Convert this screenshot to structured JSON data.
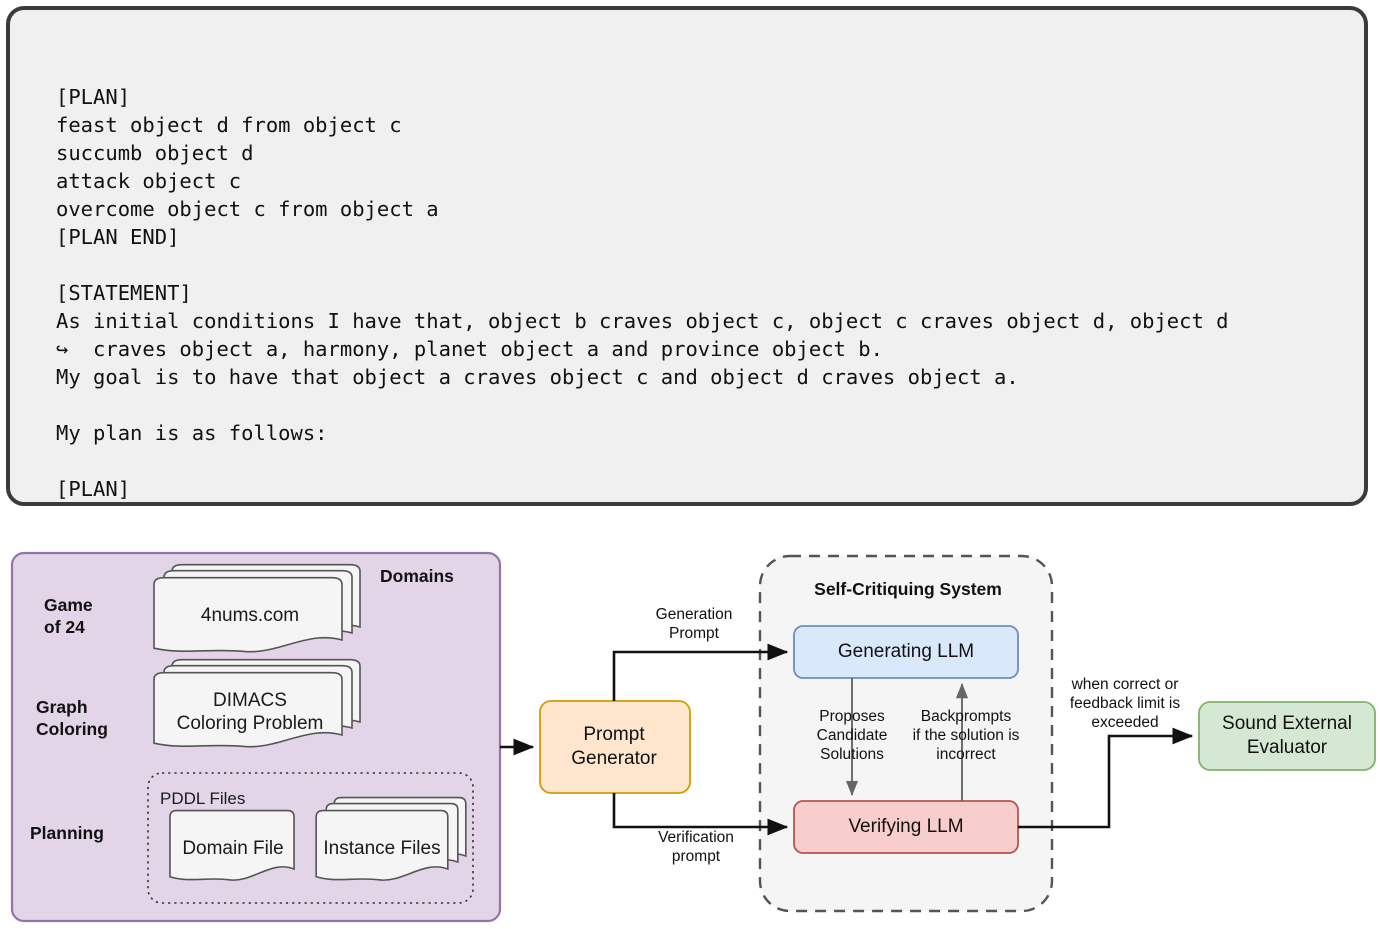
{
  "prompt_panel": {
    "name": "planning-prompt-text",
    "text": "[PLAN]\nfeast object d from object c\nsuccumb object d\nattack object c\novercome object c from object a\n[PLAN END]\n\n[STATEMENT]\nAs initial conditions I have that, object b craves object c, object c craves object d, object d\n↪  craves object a, harmony, planet object a and province object b.\nMy goal is to have that object a craves object c and object d craves object a.\n\nMy plan is as follows:\n\n[PLAN]"
  },
  "diagram": {
    "domains_panel": {
      "title": "Domains",
      "rows": [
        {
          "label": "Game\nof 24",
          "doc": "4nums.com"
        },
        {
          "label": "Graph\nColoring",
          "doc": "DIMACS\nColoring Problem"
        },
        {
          "label": "Planning",
          "doc": ""
        }
      ],
      "row_labels": {
        "game": "Game of 24",
        "graph": "Graph Coloring",
        "planning": "Planning"
      },
      "docs": {
        "fournums": "4nums.com",
        "dimacs": "DIMACS Coloring Problem",
        "domain_file": "Domain File",
        "instance_files": "Instance Files"
      },
      "pddl_group_caption": "PDDL Files"
    },
    "nodes": {
      "prompt_generator": "Prompt Generator",
      "generating_llm": "Generating LLM",
      "verifying_llm": "Verifying LLM",
      "sound_external_evaluator": "Sound External Evaluator",
      "self_critiquing_system": "Self-Critiquing System"
    },
    "edge_labels": {
      "generation_prompt": "Generation Prompt",
      "verification_prompt": "Verification prompt",
      "proposes_candidate_solutions": "Proposes Candidate Solutions",
      "backprompts_if_incorrect": "Backprompts if the solution is incorrect",
      "when_correct_or_limit": "when correct or feedback limit is exceeded"
    },
    "colors": {
      "panel_bg": "#e1d5e7",
      "panel_border": "#9673a6",
      "prompt_generator_fill": "#ffe6cc",
      "prompt_generator_border": "#d79b00",
      "generating_llm_fill": "#dae8fc",
      "generating_llm_border": "#6c8ebf",
      "verifying_llm_fill": "#f8cecc",
      "verifying_llm_border": "#b85450",
      "evaluator_fill": "#d5e8d4",
      "evaluator_border": "#82b366",
      "scs_fill": "#f5f5f5",
      "scs_border": "#666666",
      "document_fill": "#f5f5f5",
      "document_border": "#555555",
      "code_panel_bg": "#f0f0f0",
      "code_panel_border": "#3b3b3b"
    }
  }
}
